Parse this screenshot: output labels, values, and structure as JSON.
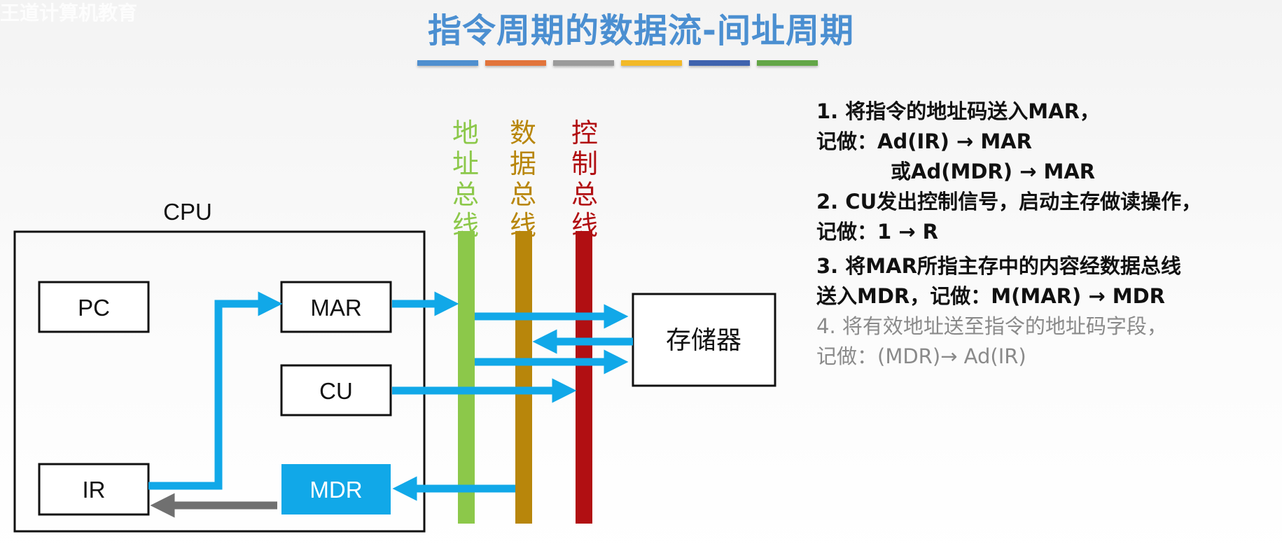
{
  "watermark": "王道计算机教育",
  "title": "指令周期的数据流-间址周期",
  "stripe_colors": [
    "#4f8fcf",
    "#e2743b",
    "#9b9b9b",
    "#f2b927",
    "#3f63ae",
    "#63a647"
  ],
  "colors": {
    "address_bus": "#8cc84a",
    "data_bus": "#b8860b",
    "control_bus": "#b10f12",
    "arrow": "#11a8e8",
    "arrow_gray": "#707070",
    "mdr_fill": "#11a8e8"
  },
  "buses": {
    "address": "地址总线",
    "data": "数据总线",
    "control": "控制总线"
  },
  "cpu": {
    "label": "CPU",
    "pc": "PC",
    "mar": "MAR",
    "cu": "CU",
    "ir": "IR",
    "mdr": "MDR"
  },
  "memory": {
    "label": "存储器"
  },
  "steps": [
    {
      "text": "1. 将指令的地址码送入MAR，",
      "style": "normal"
    },
    {
      "text": "记做：Ad(IR) → MAR",
      "style": "normal"
    },
    {
      "text": "或Ad(MDR) → MAR",
      "style": "indent"
    },
    {
      "text": "2. CU发出控制信号，启动主存做读操作，",
      "style": "normal"
    },
    {
      "text": "记做：1 → R",
      "style": "normal"
    },
    {
      "text": "3. 将MAR所指主存中的内容经数据总线",
      "style": "normal"
    },
    {
      "text": "送入MDR，记做：M(MAR) → MDR",
      "style": "normal"
    },
    {
      "text": "4. 将有效地址送至指令的地址码字段，",
      "style": "gray"
    },
    {
      "text": "记做：(MDR)→ Ad(IR)",
      "style": "gray"
    }
  ]
}
